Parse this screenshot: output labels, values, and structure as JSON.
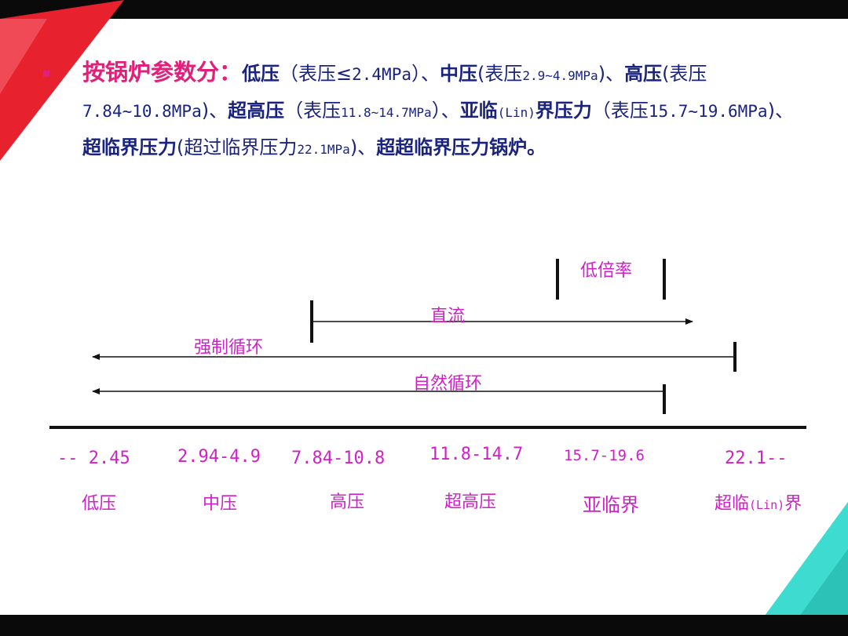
{
  "paragraph": {
    "lead": "按锅炉参数分：",
    "p1": "低压",
    "p2": "（表压≤",
    "p3": "2.4MPa",
    "p4": "）、",
    "p5": "中压",
    "p6": "(表压",
    "p7": "2.9~4.9MPa",
    "p8": ")、",
    "p9": "高压",
    "p10": "(表压",
    "p11": "7.84~10.8MPa",
    "p12": ")、",
    "p13": "超高压",
    "p14": "（表压",
    "p15": "11.8~14.7MPa",
    "p16": "）、",
    "p17": "亚临",
    "p18": "(Lin)",
    "p19": "界压力",
    "p20": "（表压",
    "p21": "15.7~19.6MPa",
    "p22": ")、",
    "p23": "超临界压力",
    "p24": "(超过临界压力",
    "p25": "22.1MPa",
    "p26": ")、",
    "p27": "超超临界压力锅炉。"
  },
  "diagram": {
    "ranges": [
      {
        "label": "低倍率"
      },
      {
        "label": "直流"
      },
      {
        "label": "强制循环"
      },
      {
        "label": "自然循环"
      }
    ],
    "pressure_ranges": [
      {
        "value": "-- 2.45",
        "name": "低压"
      },
      {
        "value": "2.94-4.9",
        "name": "中压"
      },
      {
        "value": "7.84-10.8",
        "name": "高压"
      },
      {
        "value": "11.8-14.7",
        "name": "超高压"
      },
      {
        "value": "15.7-19.6",
        "name": "亚临界"
      },
      {
        "value": "22.1--",
        "name_main": "超临",
        "name_small": "(Lin)",
        "name_end": "界"
      }
    ]
  },
  "colors": {
    "text_navy": "#1a237e",
    "accent_magenta": "#e0207a",
    "label_magenta": "#d020c8",
    "deco_red": "#e8212e",
    "deco_teal": "#3ddbd0"
  }
}
